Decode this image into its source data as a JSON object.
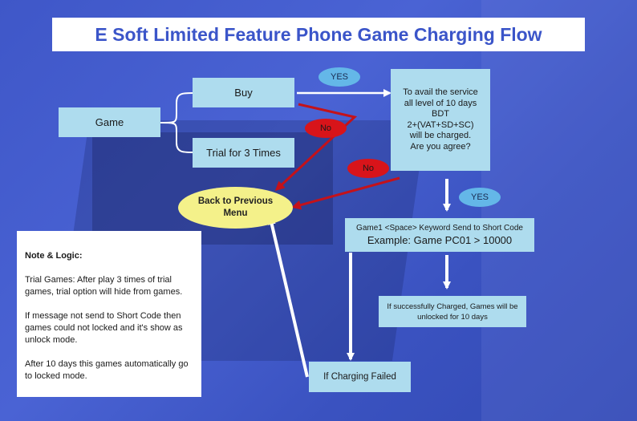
{
  "title": "E Soft Limited Feature Phone Game Charging Flow",
  "nodes": {
    "game": "Game",
    "buy": "Buy",
    "trial": "Trial for 3 Times",
    "service_lines": [
      "To avail the service",
      "all level of 10 days",
      "BDT",
      "2+(VAT+SD+SC)",
      "will be charged.",
      "Are you agree?"
    ],
    "back_lines": [
      "Back to Previous",
      "Menu"
    ],
    "keyword_line1": "Game1 <Space> Keyword Send to Short Code",
    "keyword_line2": "Example: Game PC01 > 10000",
    "success_lines": [
      "If successfully Charged, Games will be",
      "unlocked for 10 days"
    ],
    "failed": "If Charging Failed"
  },
  "labels": {
    "yes_top": "YES",
    "yes_right": "YES",
    "no_left": "No",
    "no_right": "No"
  },
  "note": {
    "heading": "Note & Logic:",
    "para1": "Trial Games: After play 3 times of trial games, trial option will hide from games.",
    "para2": "If message not send to Short Code  then games could not locked and it's show as unlock mode.",
    "para3": "After 10 days this games automatically go to locked mode."
  },
  "colors": {
    "background": "#4058c8",
    "box": "#aedcee",
    "yes": "#64b7e8",
    "no": "#d8141a",
    "back": "#f4f18a",
    "red_arrow": "#c4121a"
  }
}
